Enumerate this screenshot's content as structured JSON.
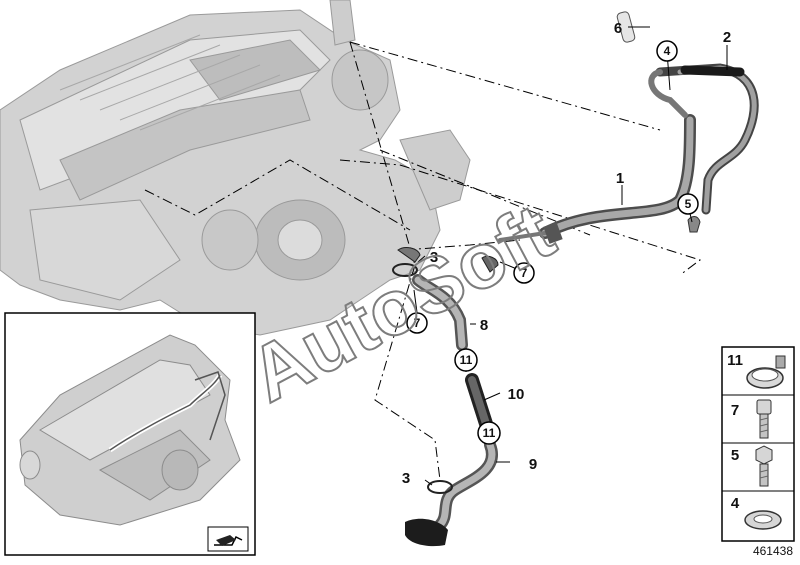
{
  "watermark": "AutoSoft",
  "diagram_number": "461438",
  "callouts": {
    "c1": "1",
    "c2": "2",
    "c3a": "3",
    "c3b": "3",
    "c6": "6",
    "c8": "8",
    "c9": "9",
    "c10": "10"
  },
  "circled": {
    "k4": "4",
    "k5": "5",
    "k7a": "7",
    "k7b": "7",
    "k11a": "11",
    "k11b": "11"
  },
  "legend": {
    "items": [
      {
        "label": "11",
        "icon": "hose-clamp-icon"
      },
      {
        "label": "7",
        "icon": "bolt-icon"
      },
      {
        "label": "5",
        "icon": "banjo-bolt-icon"
      },
      {
        "label": "4",
        "icon": "sealing-ring-icon"
      }
    ]
  },
  "colors": {
    "engine": "#c9c9c9",
    "pipe": "#8a8a8a",
    "pipe_dark": "#3a3a3a",
    "lines": "#000000"
  }
}
